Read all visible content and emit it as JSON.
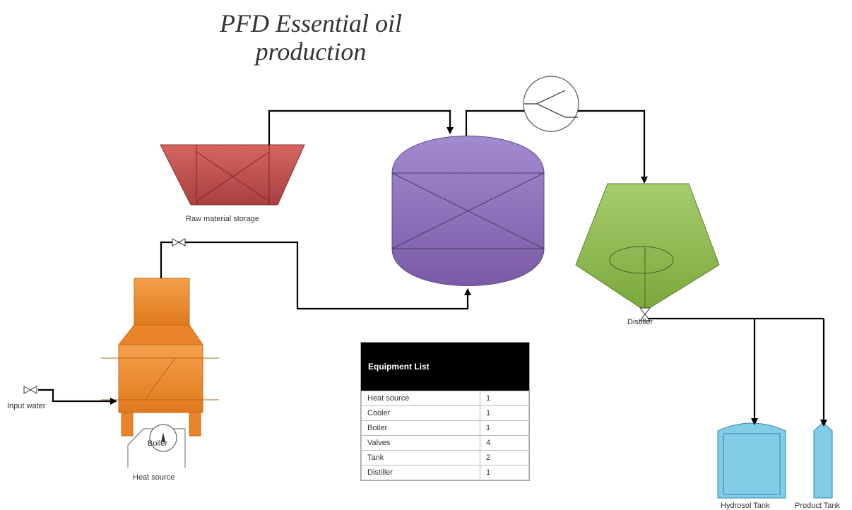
{
  "diagram": {
    "title_line1": "PFD Essential oil",
    "title_line2": "production",
    "labels": {
      "raw_material_storage": "Raw material storage",
      "distiller": "Distiller",
      "boiler": "Boiler",
      "heat_source": "Heat source",
      "input_water": "Input water",
      "hydrosol_tank": "Hydrosol Tank",
      "product_tank": "Product Tank"
    },
    "equipment_list": {
      "title": "Equipment List",
      "rows": [
        {
          "name": "Heat source",
          "count": "1"
        },
        {
          "name": "Cooler",
          "count": "1"
        },
        {
          "name": "Boiler",
          "count": "1"
        },
        {
          "name": "Valves",
          "count": "4"
        },
        {
          "name": "Tank",
          "count": "2"
        },
        {
          "name": "Distiller",
          "count": "1"
        }
      ]
    },
    "colors": {
      "storage": "#c0504d",
      "reactor": "#8e70b8",
      "separator": "#8cb44e",
      "boiler": "#ee8a2c",
      "tank": "#7fcde6",
      "line": "#000000"
    }
  }
}
